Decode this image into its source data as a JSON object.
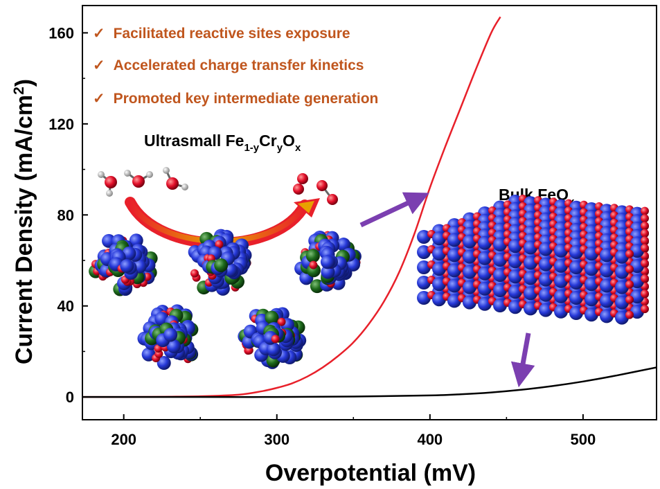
{
  "chart_data": {
    "type": "line",
    "xlabel": "Overpotential (mV)",
    "ylabel_main": "Current Density (mA/cm",
    "ylabel_sup": "2",
    "ylabel_end": ")",
    "xlim": [
      173,
      548
    ],
    "ylim": [
      -10,
      172
    ],
    "xticks": [
      200,
      300,
      400,
      500
    ],
    "yticks": [
      0,
      40,
      80,
      120,
      160
    ],
    "series": [
      {
        "color": "#e8202a",
        "x": [
          173,
          200,
          225,
          250,
          275,
          290,
          300,
          310,
          320,
          330,
          340,
          350,
          360,
          370,
          380,
          390,
          400,
          410,
          420,
          430,
          440,
          446
        ],
        "y": [
          0,
          0,
          0.1,
          0.3,
          1,
          2.5,
          4,
          6,
          9,
          13,
          18,
          24,
          32,
          42,
          55,
          72,
          92,
          110,
          127,
          144,
          160,
          167
        ]
      },
      {
        "color": "#000000",
        "x": [
          173,
          250,
          300,
          350,
          400,
          420,
          440,
          460,
          480,
          500,
          520,
          548
        ],
        "y": [
          0,
          0,
          0,
          0.2,
          0.7,
          1.2,
          2,
          3.2,
          4.8,
          6.8,
          9.2,
          13
        ]
      }
    ]
  },
  "annotations": {
    "check_mark": "✓",
    "bullets": [
      "Facilitated reactive sites exposure",
      "Accelerated charge transfer kinetics",
      "Promoted key intermediate generation"
    ],
    "ultrasmall_prefix": "Ultrasmall Fe",
    "ultrasmall_sub1": "1-y",
    "ultrasmall_mid": "Cr",
    "ultrasmall_sub2": "y",
    "ultrasmall_o": "O",
    "ultrasmall_sub3": "x",
    "bulk_prefix": "Bulk FeO",
    "bulk_sub": "x"
  },
  "colors": {
    "ultrasmall_curve": "#e8202a",
    "bulk_curve": "#000000",
    "annotation_text": "#c0561e",
    "arrow": "#7b3fb0",
    "atom_fe": "#2638d8",
    "atom_o": "#e3102a",
    "atom_cr": "#1e6b1c"
  }
}
